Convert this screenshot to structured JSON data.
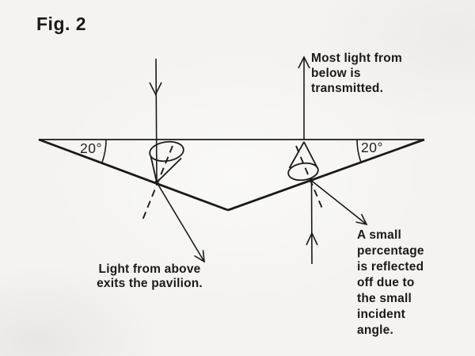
{
  "title": "Fig. 2",
  "colors": {
    "ink": "#1a1a1a",
    "paper": "#f4f3f0"
  },
  "angles": {
    "left_label": "20°",
    "right_label": "20°"
  },
  "annotations": {
    "transmitted": "Most light from\nbelow is\ntransmitted.",
    "exits_pavilion": "Light from above\nexits the pavilion.",
    "reflected": "A small\npercentage\nis reflected\noff due to\nthe small\nincident\nangle."
  }
}
